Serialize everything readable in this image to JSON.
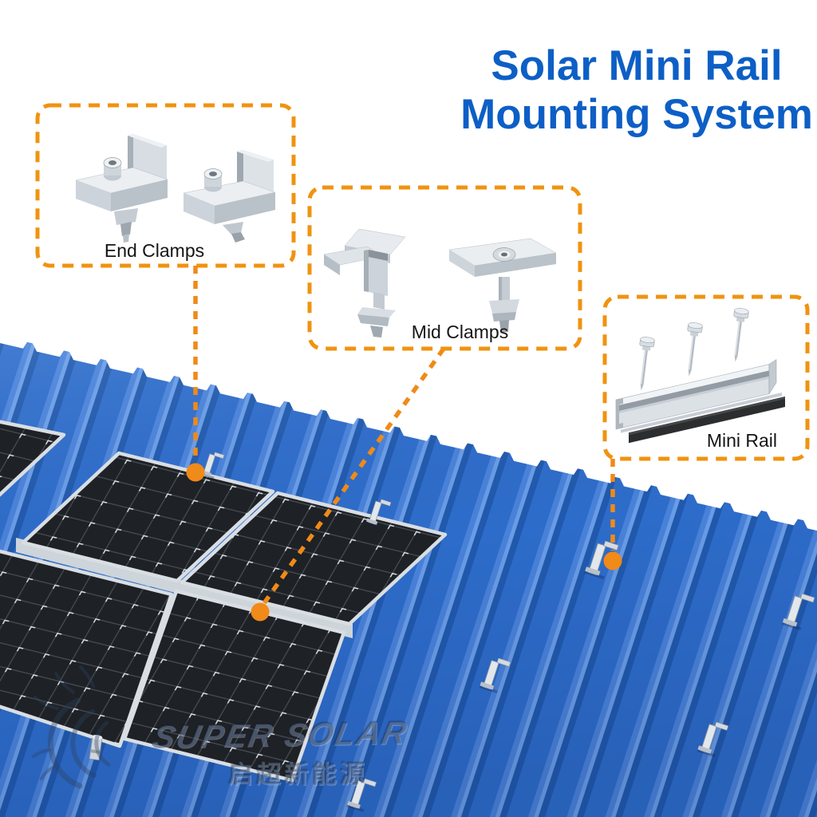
{
  "title": {
    "line1": "Solar Mini Rail",
    "line2": "Mounting System"
  },
  "callouts": {
    "end_clamps": {
      "label": "End Clamps"
    },
    "mid_clamps": {
      "label": "Mid Clamps"
    },
    "mini_rail": {
      "label": "Mini Rail"
    }
  },
  "watermark": {
    "brand": "SUPER SOLAR",
    "brand_cn": "启超新能源"
  },
  "icons": {
    "leader_dot": "orange-circle-marker",
    "callout_box": "orange-dashed-rounded-box"
  },
  "colors": {
    "title_blue": "#0D5FC6",
    "accent_orange": "#F08A18",
    "callout_border_orange": "#F0930F",
    "roof_blue": "#2E6ECD",
    "roof_groove_blue": "#215BB0",
    "roof_highlight_blue": "#6B9FE9",
    "panel_dark": "#1E2125",
    "frame_silver": "#D9DEE3",
    "rubber_black": "#2C2D2F"
  }
}
